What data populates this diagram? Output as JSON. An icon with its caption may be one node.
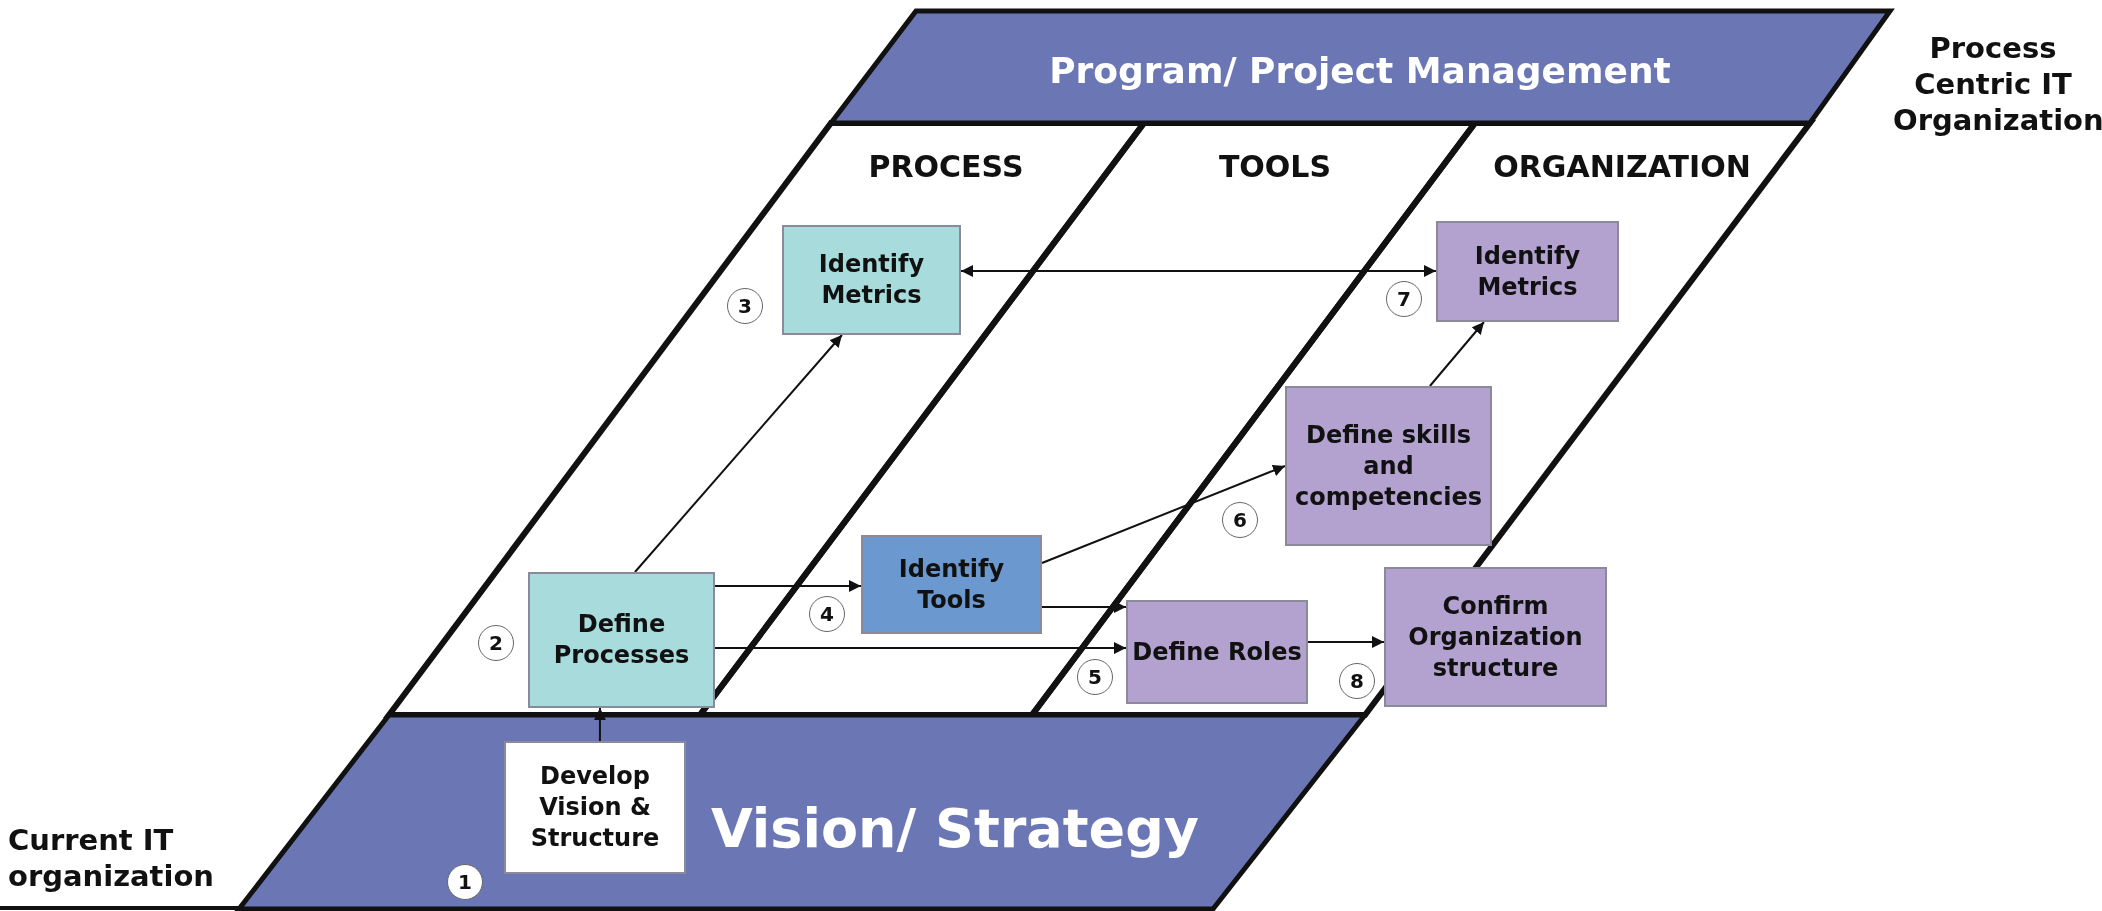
{
  "diagram": {
    "nodes": [
      {
        "text": [
          "Program/ Project Management"
        ]
      },
      {
        "text": [
          "PROCESS"
        ]
      },
      {
        "text": [
          "TOOLS"
        ]
      },
      {
        "text": [
          "ORGANIZATION"
        ]
      },
      {
        "text": [
          "Identify Metrics"
        ],
        "in": 1,
        "beside": [
          "3"
        ]
      },
      {
        "text": [
          "Identify Metrics"
        ],
        "in": 3,
        "beside": [
          "7"
        ]
      },
      {
        "text": [
          "Define skills and competencies"
        ],
        "in": 3,
        "beside": [
          "6"
        ]
      },
      {
        "text": [
          "Identify Tools"
        ],
        "in": 2,
        "beside": [
          "4"
        ]
      },
      {
        "text": [
          "Define Processes"
        ],
        "in": 1,
        "beside": [
          "2"
        ]
      },
      {
        "text": [
          "Define Roles"
        ],
        "in": 3,
        "beside": [
          "5"
        ]
      },
      {
        "text": [
          "Confirm Organization structure"
        ],
        "beside": [
          "8"
        ]
      },
      {
        "text": [
          "Vision/ Strategy"
        ]
      },
      {
        "text": [
          "Develop Vision & Structure"
        ],
        "in": 11,
        "beside": [
          "1"
        ]
      }
    ],
    "edges": [
      {
        "from": 12,
        "to": 8,
        "arrow": "to"
      },
      {
        "from": 8,
        "to": 4,
        "arrow": "to"
      },
      {
        "from": 8,
        "to": 7,
        "arrow": "to"
      },
      {
        "from": 8,
        "to": 9,
        "arrow": "to"
      },
      {
        "from": 7,
        "to": 9,
        "arrow": "to"
      },
      {
        "from": 7,
        "to": 6,
        "arrow": "to"
      },
      {
        "from": 4,
        "to": 5,
        "arrow": "both"
      },
      {
        "from": 6,
        "to": 5,
        "arrow": "to"
      },
      {
        "from": 9,
        "to": 10,
        "arrow": "to"
      }
    ],
    "labels": [
      "Process Centric IT Organization",
      "Current IT organization"
    ]
  }
}
